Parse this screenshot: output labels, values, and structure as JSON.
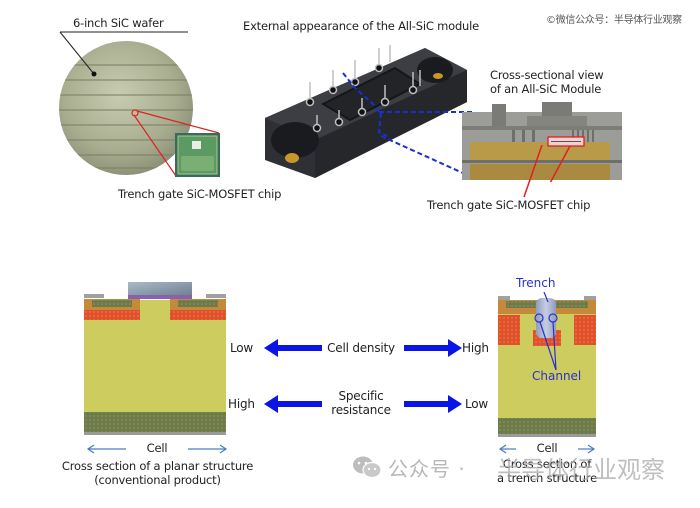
{
  "watermark_top": "©微信公众号：半导体行业观察",
  "top_section": {
    "wafer": {
      "label": "6-inch SiC wafer",
      "chip_label": "Trench gate SiC-MOSFET chip"
    },
    "module": {
      "title": "External appearance of the All-SiC module"
    },
    "cross_section": {
      "title_line1": "Cross-sectional view",
      "title_line2": "of an All-SiC Module",
      "chip_label": "Trench gate SiC-MOSFET chip"
    }
  },
  "bottom_section": {
    "planar": {
      "cell_label": "Cell",
      "caption_line1": "Cross section of a planar structure",
      "caption_line2": "(conventional product)"
    },
    "comparison": {
      "rows": [
        {
          "left": "Low",
          "label": "Cell density",
          "right": "High"
        },
        {
          "left": "High",
          "label_line1": "Specific",
          "label_line2": "resistance",
          "right": "Low"
        }
      ]
    },
    "trench": {
      "trench_label": "Trench",
      "channel_label": "Channel",
      "cell_label": "Cell",
      "caption_line1": "Cross section of",
      "caption_line2": "a trench structure"
    }
  },
  "watermark_bottom": {
    "prefix": "公众号 ·",
    "name": "半导体行业观察"
  },
  "colors": {
    "arrow_blue": "#0a14e6",
    "highlight_red": "#e02020",
    "annotation_blue": "#2a2fd0",
    "silicon_yellow": "#c9c85a",
    "doped_red": "#e0502a",
    "substrate_green": "#6f7a4a"
  }
}
